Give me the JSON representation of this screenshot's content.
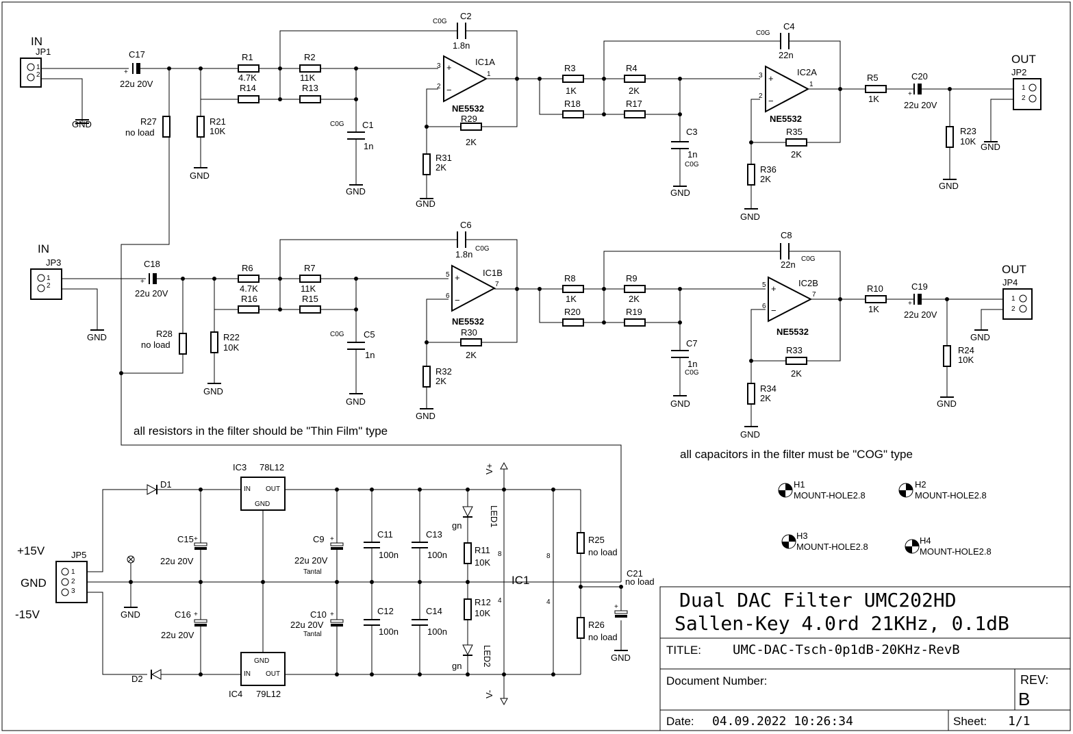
{
  "labels": {
    "in1": "IN",
    "jp1": "JP1",
    "in2": "IN",
    "jp3": "JP3",
    "out1": "OUT",
    "jp2": "JP2",
    "out2": "OUT",
    "jp4": "JP4",
    "pin1": "1",
    "pin2": "2",
    "pin3": "3",
    "gnd": "GND",
    "c17": "C17",
    "c17v": "22u 20V",
    "c18": "C18",
    "c18v": "22u 20V",
    "c20": "C20",
    "c20v": "22u 20V",
    "c19": "C19",
    "c19v": "22u 20V",
    "r1": "R1",
    "r1v": "4.7K",
    "r2": "R2",
    "r2v": "11K",
    "r14": "R14",
    "r13": "R13",
    "r6": "R6",
    "r6v": "4.7K",
    "r7": "R7",
    "r7v": "11K",
    "r16": "R16",
    "r15": "R15",
    "r27": "R27",
    "r27v": "no load",
    "r28": "R28",
    "r28v": "no load",
    "r21": "R21",
    "r21v": "10K",
    "r22": "R22",
    "r22v": "10K",
    "cog": "C0G",
    "c1": "C1",
    "c1v": "1n",
    "c5": "C5",
    "c5v": "1n",
    "c2": "C2",
    "c2v": "1.8n",
    "c6": "C6",
    "c6v": "1.8n",
    "ic1a": "IC1A",
    "ic1b": "IC1B",
    "ic2a": "IC2A",
    "ic2b": "IC2B",
    "ne5532": "NE5532",
    "r29": "R29",
    "r29v": "2K",
    "r30": "R30",
    "r30v": "2K",
    "r31": "R31",
    "r31v": "2K",
    "r32": "R32",
    "r32v": "2K",
    "r3": "R3",
    "r3v": "1K",
    "r4": "R4",
    "r4v": "2K",
    "r18": "R18",
    "r17": "R17",
    "r8": "R8",
    "r8v": "1K",
    "r9": "R9",
    "r9v": "2K",
    "r20": "R20",
    "r19": "R19",
    "c3": "C3",
    "c3v": "1n",
    "c7": "C7",
    "c7v": "1n",
    "c4": "C4",
    "c4v": "22n",
    "c8": "C8",
    "c8v": "22n",
    "r35": "R35",
    "r35v": "2K",
    "r33": "R33",
    "r33v": "2K",
    "r36": "R36",
    "r36v": "2K",
    "r34": "R34",
    "r34v": "2K",
    "r5": "R5",
    "r5v": "1K",
    "r10": "R10",
    "r10v": "1K",
    "r23": "R23",
    "r23v": "10K",
    "r24": "R24",
    "r24v": "10K",
    "note_resistors": "all resistors in the filter should be \"Thin Film\" type",
    "note_capacitors": "all capacitors in the filter must be \"COG\" type",
    "h1": "H1",
    "h2": "H2",
    "h3": "H3",
    "h4": "H4",
    "mount": "MOUNT-HOLE2.8",
    "ic3": "IC3",
    "ic3v": "78L12",
    "ic4": "IC4",
    "ic4v": "79L12",
    "in": "IN",
    "out": "OUT",
    "d1": "D1",
    "d2": "D2",
    "p15": "+15V",
    "gndbig": "GND",
    "m15": "-15V",
    "jp5": "JP5",
    "c15": "C15",
    "c15v": "22u 20V",
    "c16": "C16",
    "c16v": "22u 20V",
    "c9": "C9",
    "c9v": "22u 20V",
    "c10": "C10",
    "c10v": "22u 20V",
    "tantal": "Tantal",
    "c11": "C11",
    "c12": "C12",
    "c13": "C13",
    "c14": "C14",
    "c100n": "100n",
    "led1": "LED1",
    "led2": "LED2",
    "gn": "gn",
    "r11": "R11",
    "r11v": "10K",
    "r12": "R12",
    "r12v": "10K",
    "vplus": "V+",
    "vminus": "V-",
    "ic1": "IC1",
    "pin8": "8",
    "pin4": "4",
    "r25": "R25",
    "r25v": "no load",
    "r26": "R26",
    "r26v": "no load",
    "c21": "C21",
    "c21v": "no load"
  },
  "titleblock": {
    "line1": "Dual DAC Filter UMC202HD",
    "line2": "Sallen-Key 4.0rd 21KHz, 0.1dB",
    "title_label": "TITLE:",
    "title": "UMC-DAC-Tsch-0p1dB-20KHz-RevB",
    "docnum_label": "Document Number:",
    "rev_label": "REV:",
    "rev": "B",
    "date_label": "Date:",
    "date": "04.09.2022 10:26:34",
    "sheet_label": "Sheet:",
    "sheet": "1/1"
  }
}
